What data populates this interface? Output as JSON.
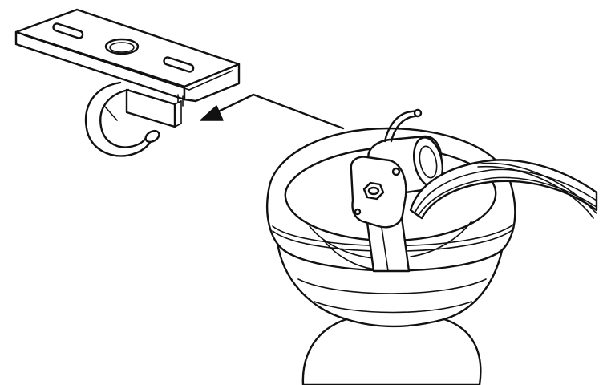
{
  "illustration": {
    "parts": [
      {
        "name": "mounting-bracket",
        "slots": 2,
        "center_hole": true
      },
      {
        "name": "hanger-hook"
      },
      {
        "name": "fixture-canopy"
      },
      {
        "name": "hanger-ball-with-set-screw"
      },
      {
        "name": "supply-wires"
      },
      {
        "name": "ground-wire"
      }
    ],
    "arrow_direction": "left",
    "line_color": "#111111",
    "background_color": "#ffffff"
  }
}
